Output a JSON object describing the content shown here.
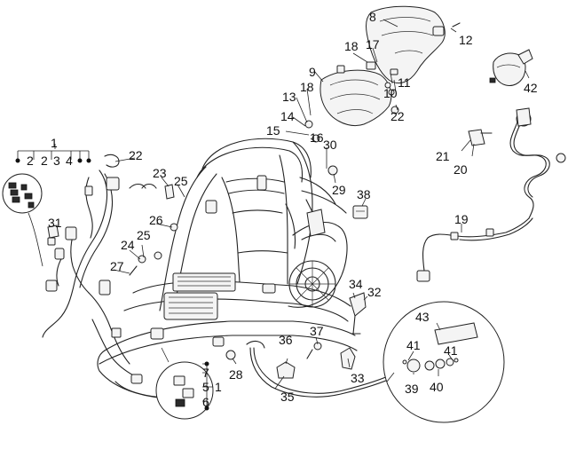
{
  "colors": {
    "line": "#222222",
    "background": "#ffffff",
    "label": "#111111"
  },
  "callouts": [
    {
      "id": "c1",
      "text": "1"
    },
    {
      "id": "c2a",
      "text": "2"
    },
    {
      "id": "c2b",
      "text": "2"
    },
    {
      "id": "c3",
      "text": "3"
    },
    {
      "id": "c4",
      "text": "4"
    },
    {
      "id": "c1b",
      "text": "1"
    },
    {
      "id": "c5",
      "text": "5"
    },
    {
      "id": "c6",
      "text": "6"
    },
    {
      "id": "c7",
      "text": "7"
    },
    {
      "id": "c8",
      "text": "8"
    },
    {
      "id": "c9",
      "text": "9"
    },
    {
      "id": "c10",
      "text": "10"
    },
    {
      "id": "c11",
      "text": "11"
    },
    {
      "id": "c12",
      "text": "12"
    },
    {
      "id": "c13",
      "text": "13"
    },
    {
      "id": "c14",
      "text": "14"
    },
    {
      "id": "c15",
      "text": "15"
    },
    {
      "id": "c16",
      "text": "16"
    },
    {
      "id": "c17",
      "text": "17"
    },
    {
      "id": "c18a",
      "text": "18"
    },
    {
      "id": "c18b",
      "text": "18"
    },
    {
      "id": "c19",
      "text": "19"
    },
    {
      "id": "c20",
      "text": "20"
    },
    {
      "id": "c21",
      "text": "21"
    },
    {
      "id": "c22a",
      "text": "22"
    },
    {
      "id": "c22b",
      "text": "22"
    },
    {
      "id": "c23",
      "text": "23"
    },
    {
      "id": "c24",
      "text": "24"
    },
    {
      "id": "c25a",
      "text": "25"
    },
    {
      "id": "c25b",
      "text": "25"
    },
    {
      "id": "c26",
      "text": "26"
    },
    {
      "id": "c27",
      "text": "27"
    },
    {
      "id": "c28",
      "text": "28"
    },
    {
      "id": "c29",
      "text": "29"
    },
    {
      "id": "c30",
      "text": "30"
    },
    {
      "id": "c31",
      "text": "31"
    },
    {
      "id": "c32",
      "text": "32"
    },
    {
      "id": "c33",
      "text": "33"
    },
    {
      "id": "c34",
      "text": "34"
    },
    {
      "id": "c35",
      "text": "35"
    },
    {
      "id": "c36",
      "text": "36"
    },
    {
      "id": "c37",
      "text": "37"
    },
    {
      "id": "c38",
      "text": "38"
    },
    {
      "id": "c39",
      "text": "39"
    },
    {
      "id": "c40",
      "text": "40"
    },
    {
      "id": "c41a",
      "text": "41"
    },
    {
      "id": "c41b",
      "text": "41"
    },
    {
      "id": "c42",
      "text": "42"
    },
    {
      "id": "c43",
      "text": "43"
    }
  ]
}
